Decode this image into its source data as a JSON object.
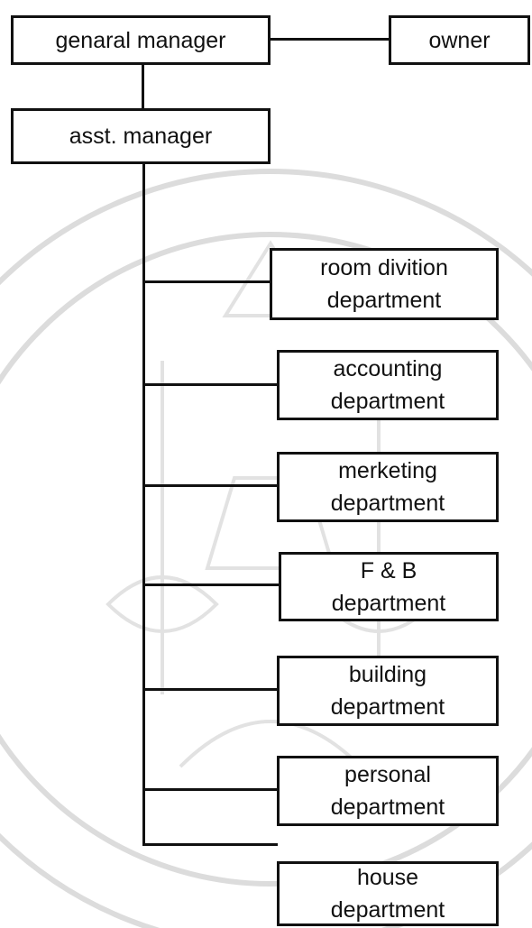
{
  "colors": {
    "line": "#111111",
    "box_border": "#111111",
    "background": "#ffffff",
    "watermark": "#d8d8d8"
  },
  "top": {
    "general_manager": "genaral manager",
    "owner": "owner",
    "asst_manager": "asst. manager"
  },
  "departments": [
    {
      "line1": "room divition",
      "line2": "department"
    },
    {
      "line1": "accounting",
      "line2": "department"
    },
    {
      "line1": "merketing",
      "line2": "department"
    },
    {
      "line1": "F & B",
      "line2": "department"
    },
    {
      "line1": "building",
      "line2": "department"
    },
    {
      "line1": "personal",
      "line2": "department"
    },
    {
      "line1": "house",
      "line2": "department"
    }
  ]
}
